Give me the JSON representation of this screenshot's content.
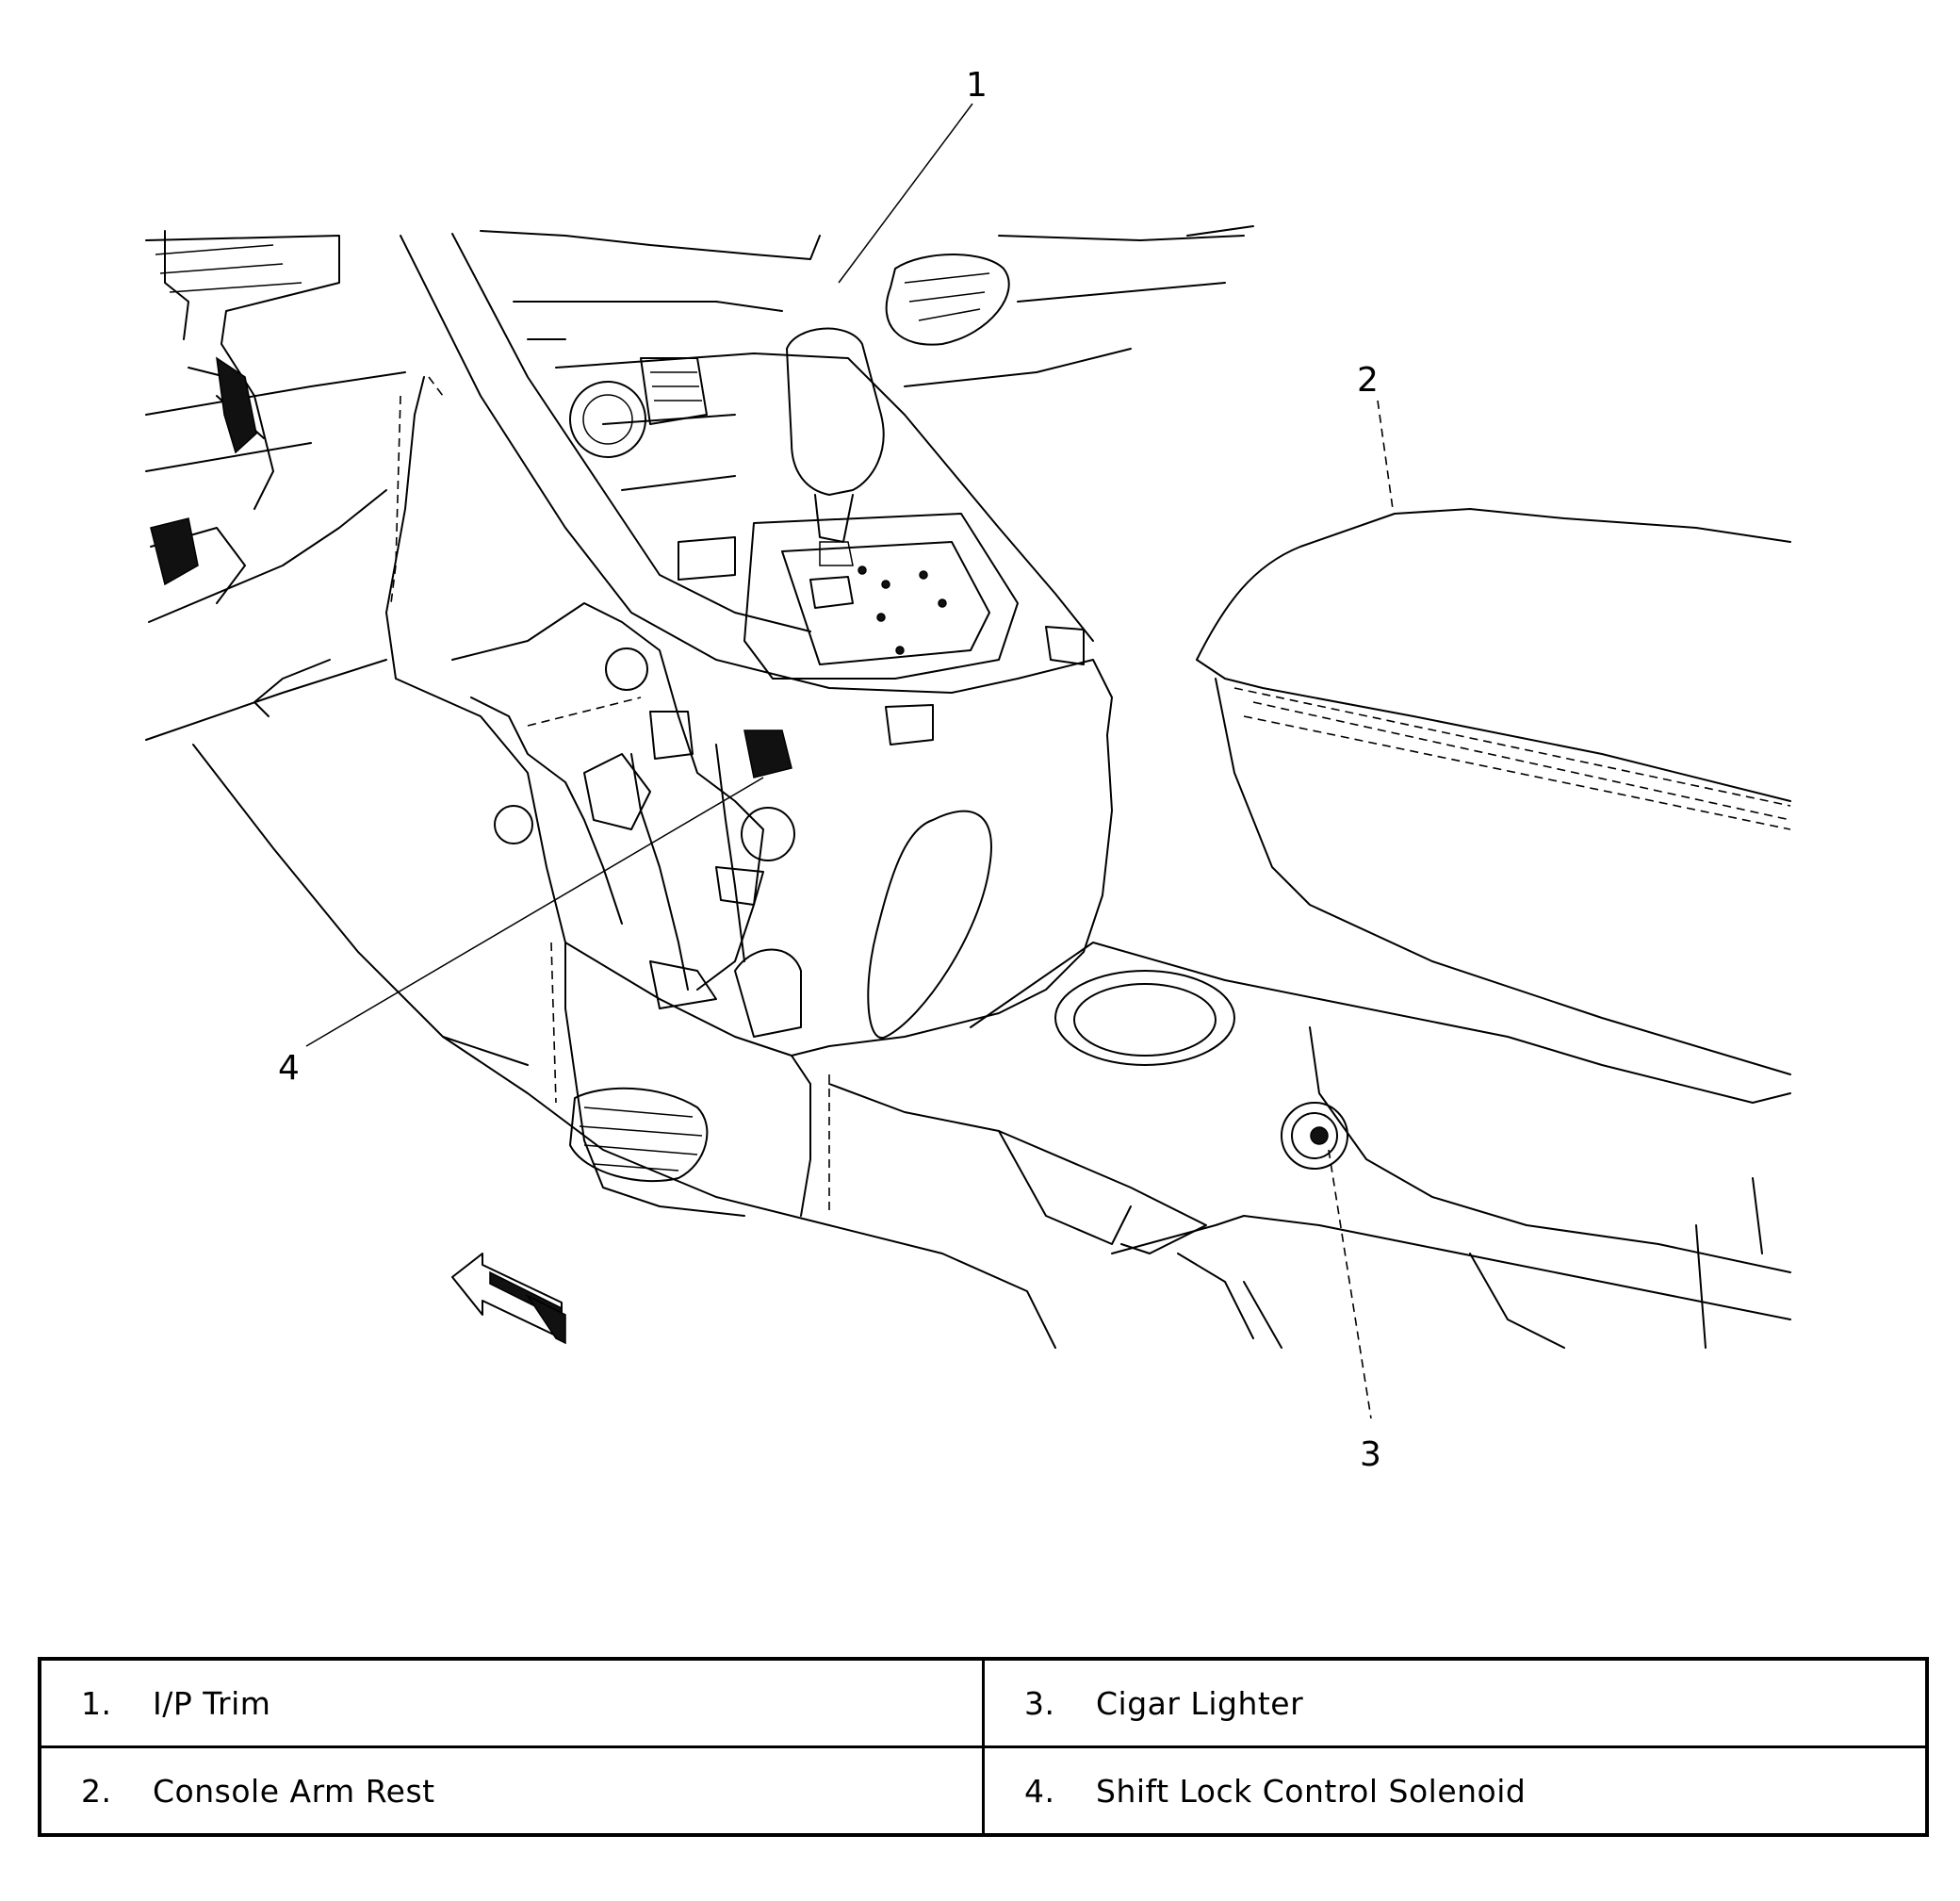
{
  "callouts": [
    {
      "num": "1"
    },
    {
      "num": "2"
    },
    {
      "num": "3"
    },
    {
      "num": "4"
    }
  ],
  "legend": [
    [
      {
        "num": "1.",
        "label": "I/P Trim"
      },
      {
        "num": "3.",
        "label": "Cigar Lighter"
      }
    ],
    [
      {
        "num": "2.",
        "label": "Console Arm Rest"
      },
      {
        "num": "4.",
        "label": "Shift Lock Control Solenoid"
      }
    ]
  ]
}
